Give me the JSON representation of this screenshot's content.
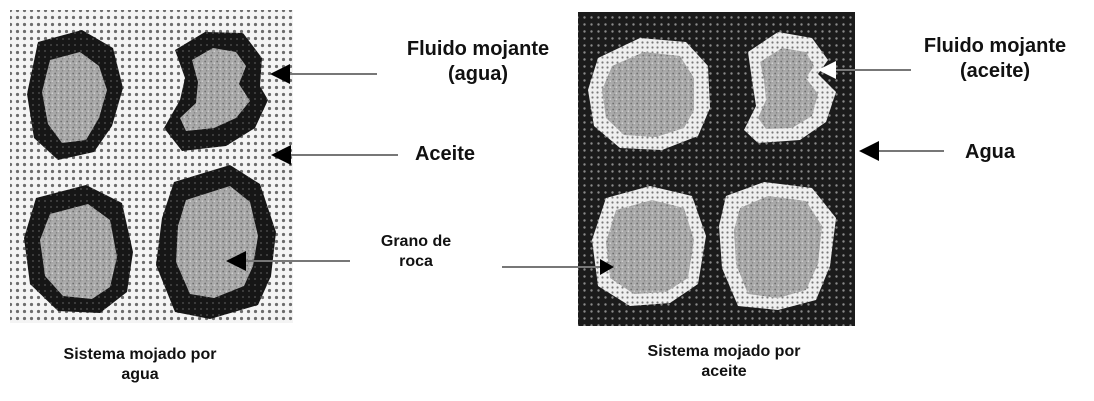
{
  "left_panel": {
    "caption_line1": "Sistema mojado por",
    "caption_line2": "agua",
    "wetting_fluid": "water",
    "non_wetting_fluid": "oil"
  },
  "right_panel": {
    "caption_line1": "Sistema mojado por",
    "caption_line2": "aceite",
    "wetting_fluid": "oil",
    "non_wetting_fluid": "water"
  },
  "labels": {
    "wetting_left_line1": "Fluido mojante",
    "wetting_left_line2": "(agua)",
    "aceite": "Aceite",
    "grain_line1": "Grano de",
    "grain_line2": "roca",
    "wetting_right_line1": "Fluido mojante",
    "wetting_right_line2": "(aceite)",
    "agua": "Agua"
  },
  "colors": {
    "grain": "#a8a8a8",
    "dark_fluid": "#1b1b1b",
    "light_fluid": "#f4f4f4",
    "arrow": "#000000",
    "leader_line": "#777777"
  }
}
